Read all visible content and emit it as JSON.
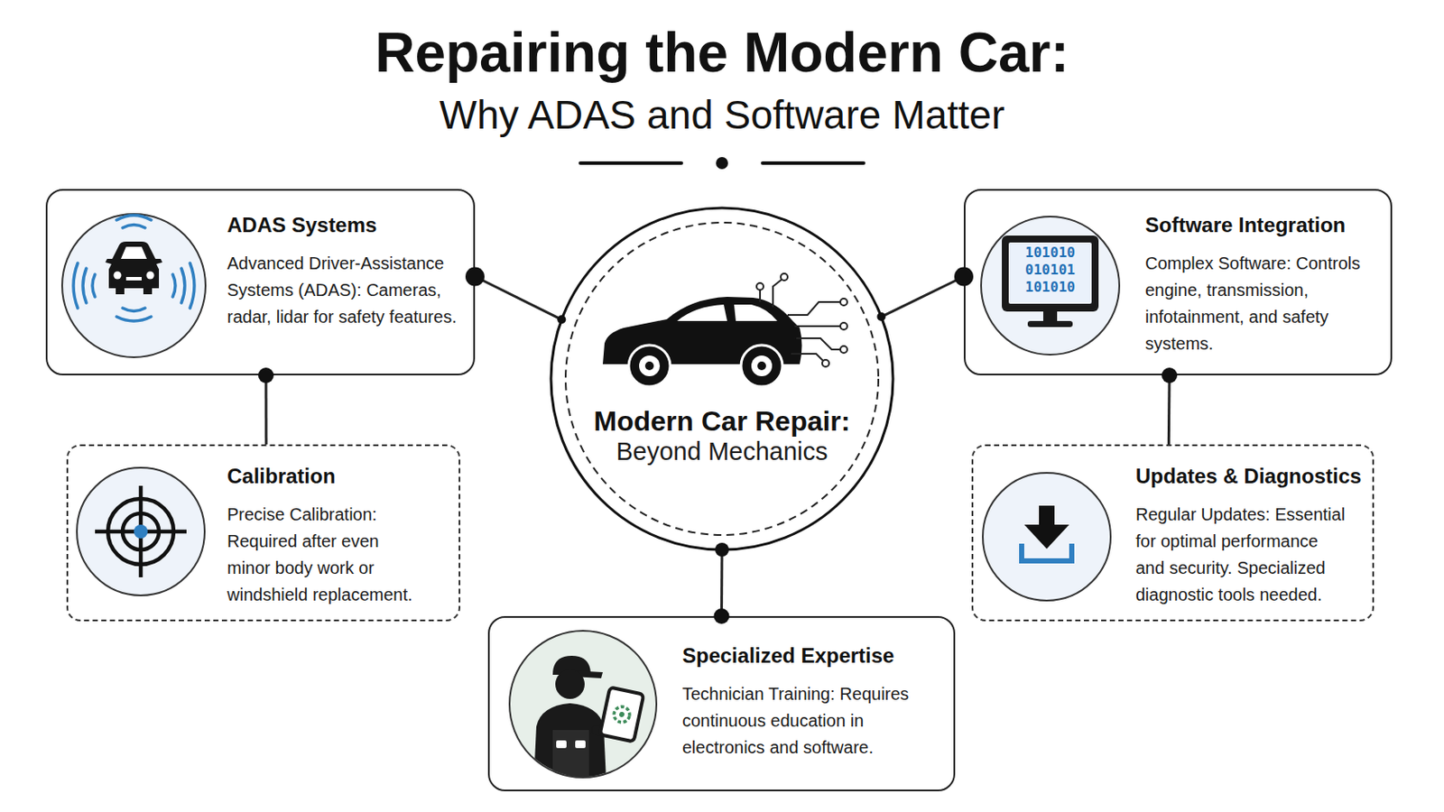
{
  "diagram": {
    "title": "Repairing the Modern Car:",
    "nodes": [
      {
        "text": [
          "ADAS Systems",
          "Advanced Driver-Assistance Systems (ADAS): Cameras, radar, lidar for safety features."
        ]
      },
      {
        "text": [
          "Modern Car Repair:",
          "Beyond Mechanics"
        ]
      },
      {
        "text": [
          "Software Integration",
          "Complex Software: Controls engine, transmission, infotainment, and safety systems."
        ]
      },
      {
        "text": [
          "Calibration",
          "Precise Calibration: Required after even minor body work or windshield replacement."
        ]
      },
      {
        "text": [
          "Updates & Diagnostics",
          "Regular Updates: Essential for optimal performance and security. Specialized diagnostic tools needed."
        ]
      },
      {
        "text": [
          "Specialized Expertise",
          "Technician Training: Requires continuous education in electronics and software."
        ]
      }
    ],
    "edges": [
      {
        "from": 0,
        "to": 1,
        "arrow": "none"
      },
      {
        "from": 1,
        "to": 2,
        "arrow": "none"
      },
      {
        "from": 0,
        "to": 3,
        "arrow": "none"
      },
      {
        "from": 2,
        "to": 4,
        "arrow": "none"
      },
      {
        "from": 1,
        "to": 5,
        "arrow": "none"
      }
    ],
    "labels": [
      "Why ADAS and Software Matter",
      "101010",
      "010101",
      "101010"
    ]
  }
}
